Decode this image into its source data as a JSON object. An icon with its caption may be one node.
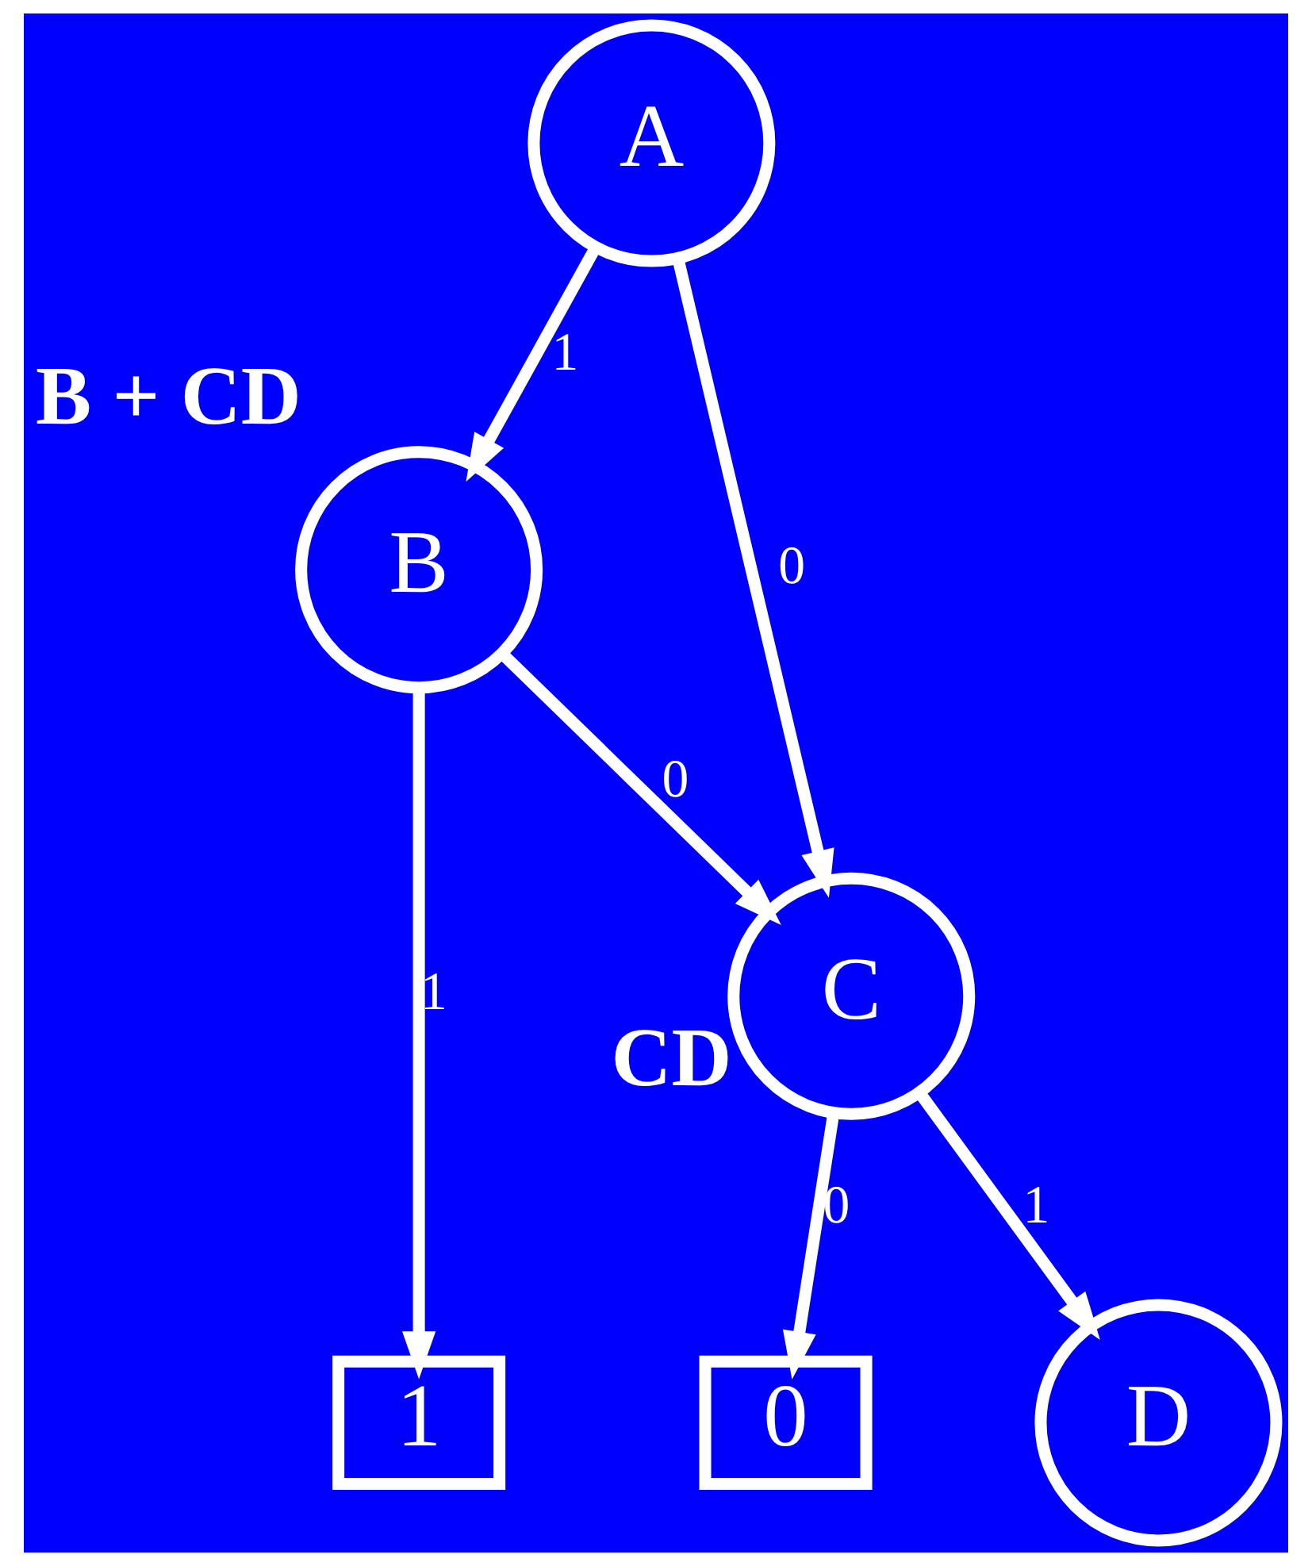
{
  "diagram": {
    "nodes": [
      {
        "text": [
          "A"
        ]
      },
      {
        "text": [
          "B"
        ],
        "beside": [
          "B + CD"
        ]
      },
      {
        "text": [
          "C"
        ],
        "beside": [
          "CD"
        ]
      },
      {
        "text": [
          "D"
        ]
      },
      {
        "text": [
          "0"
        ]
      },
      {
        "text": [
          "1"
        ]
      }
    ],
    "edges": [
      {
        "from": 0,
        "to": 1,
        "arrow": "to",
        "label": "1"
      },
      {
        "from": 0,
        "to": 2,
        "arrow": "to",
        "label": "0"
      },
      {
        "from": 1,
        "to": 2,
        "arrow": "to",
        "label": "0"
      },
      {
        "from": 1,
        "to": 5,
        "arrow": "to",
        "label": "1"
      },
      {
        "from": 2,
        "to": 3,
        "arrow": "to",
        "label": "1"
      },
      {
        "from": 2,
        "to": 4,
        "arrow": "to",
        "label": "0"
      }
    ]
  }
}
